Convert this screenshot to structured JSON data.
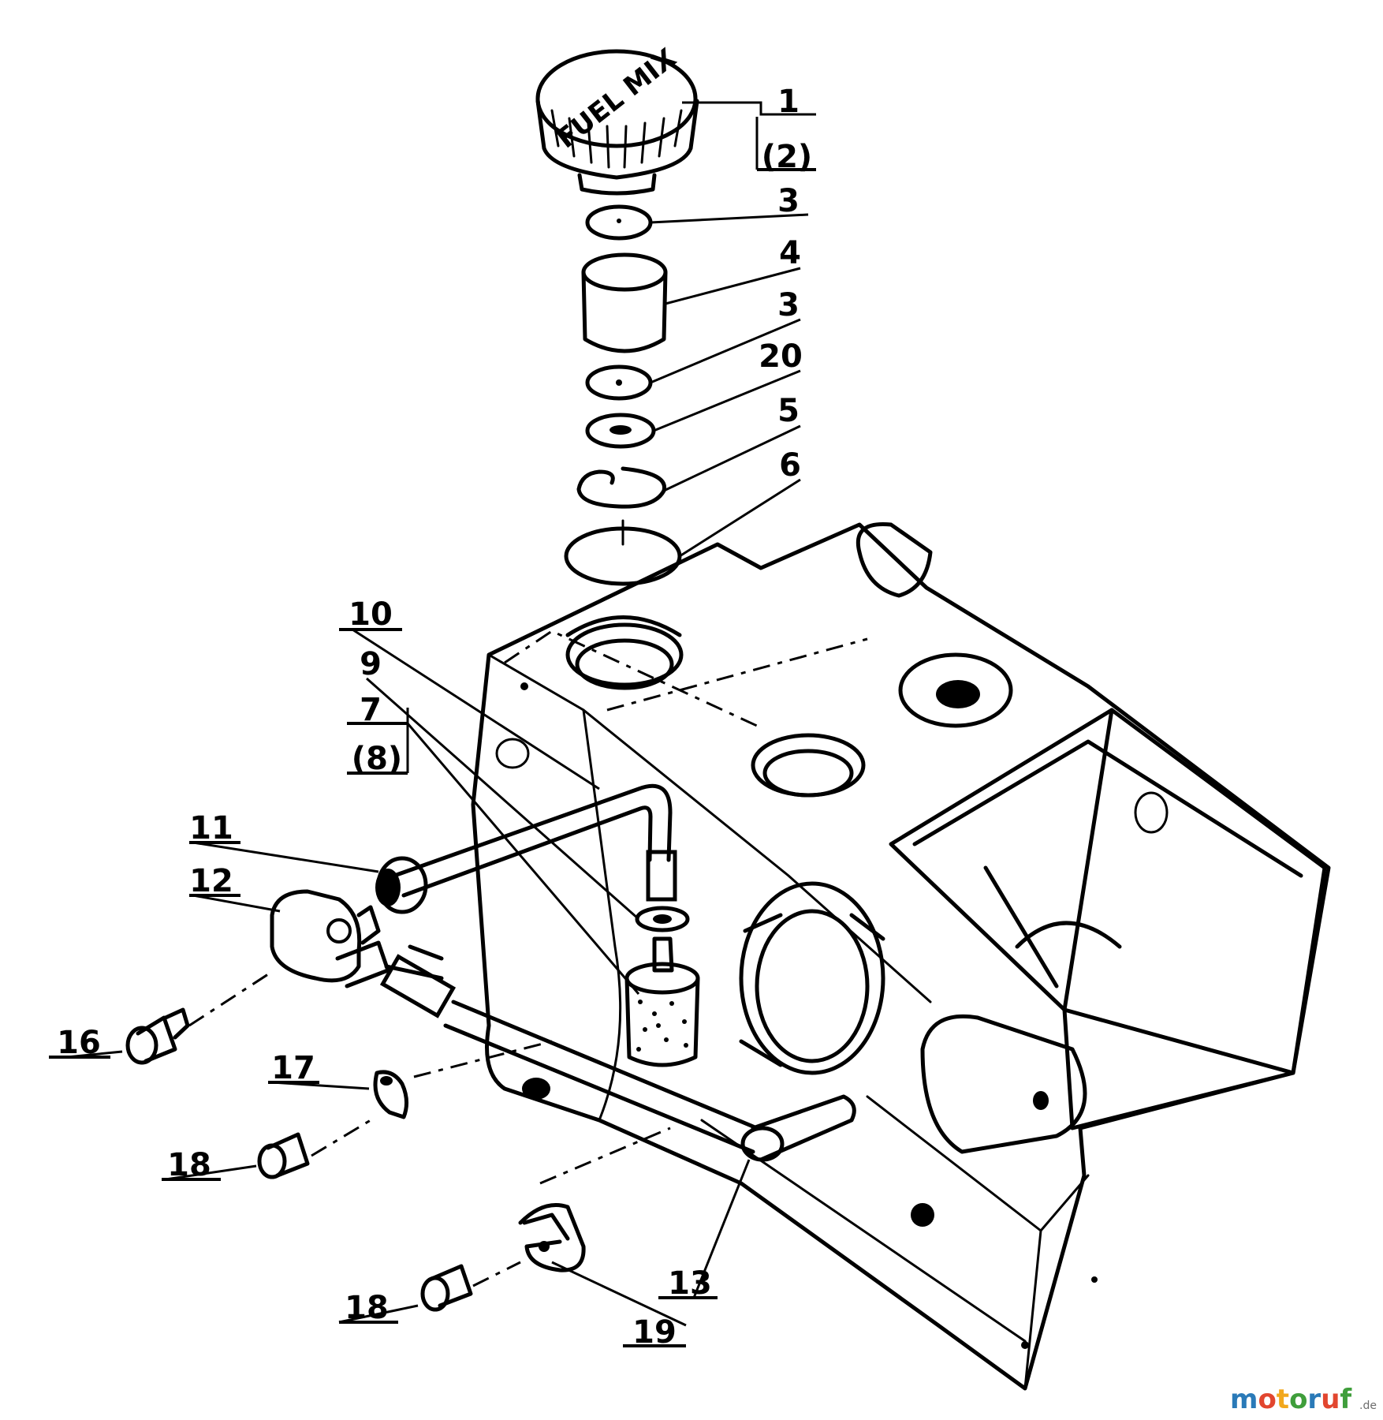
{
  "diagram": {
    "cap_text": "FUEL MIX",
    "callouts": {
      "c1": "1",
      "c2": "(2)",
      "c3a": "3",
      "c4": "4",
      "c3b": "3",
      "c20": "20",
      "c5": "5",
      "c6": "6",
      "c10": "10",
      "c9": "9",
      "c7": "7",
      "c8": "(8)",
      "c11": "11",
      "c12": "12",
      "c16": "16",
      "c17": "17",
      "c18a": "18",
      "c18b": "18",
      "c13": "13",
      "c19": "19"
    }
  },
  "watermark": {
    "letters": [
      "m",
      "o",
      "t",
      "o",
      "r",
      "u",
      "f"
    ],
    "colors": [
      "#2a7ab8",
      "#e2462f",
      "#f2a81d",
      "#3f9e3b",
      "#2a7ab8",
      "#e2462f",
      "#3f9e3b"
    ],
    "suffix": ".de"
  }
}
